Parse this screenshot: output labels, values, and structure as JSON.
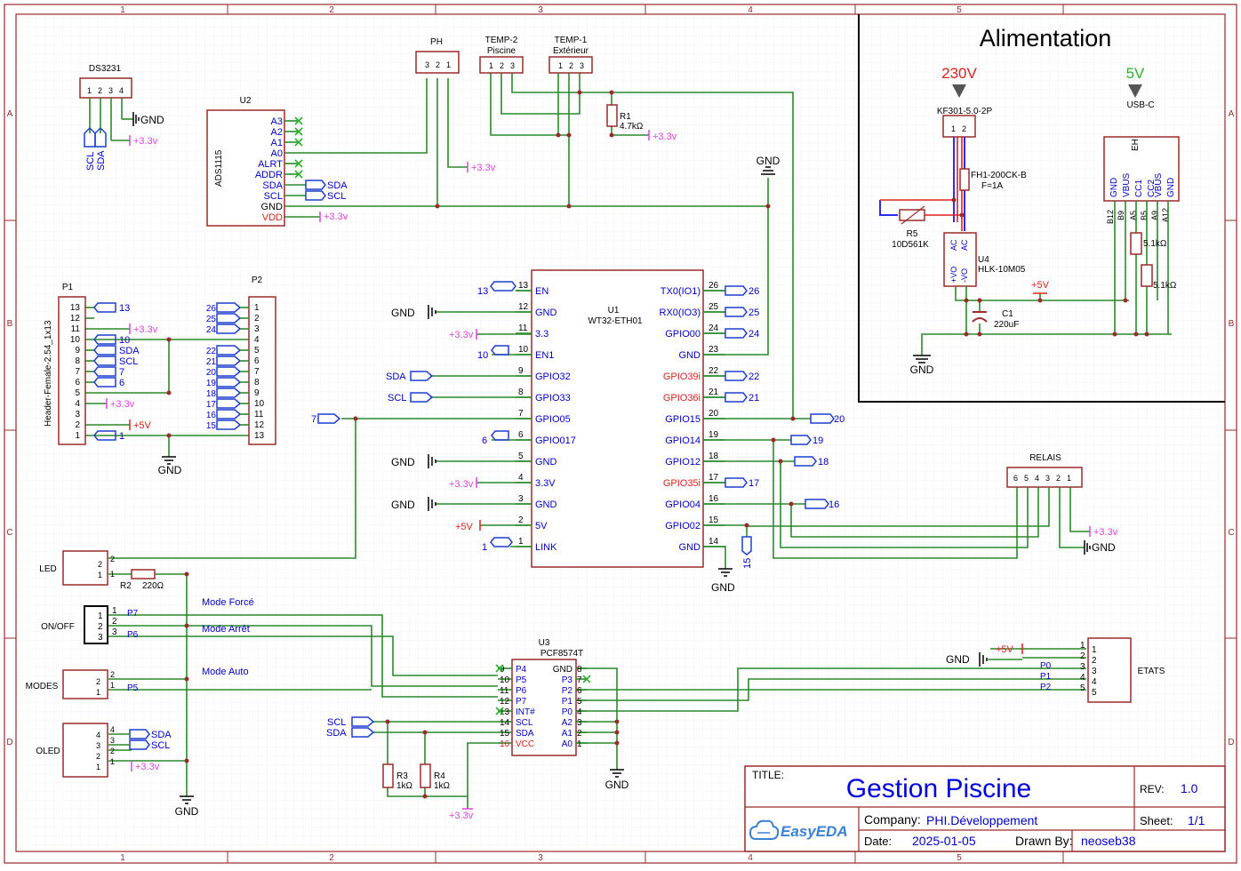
{
  "frame": {
    "cols": [
      "1",
      "2",
      "3",
      "4",
      "5"
    ],
    "rows": [
      "A",
      "B",
      "C",
      "D"
    ]
  },
  "title_block": {
    "title_label": "TITLE:",
    "title": "Gestion Piscine",
    "rev_label": "REV:",
    "rev": "1.0",
    "company_label": "Company:",
    "company": "PHI.Développement",
    "sheet_label": "Sheet:",
    "sheet": "1/1",
    "date_label": "Date:",
    "date": "2025-01-05",
    "drawn_label": "Drawn By:",
    "drawn_by": "neoseb38",
    "logo_text": "EasyEDA"
  },
  "power_section": {
    "title": "Alimentation",
    "input_230": "230V",
    "input_5v": "5V",
    "terminal": "KF301-5.0-2P",
    "usbc": "USB-C",
    "fuse": "FH1-200CK-B",
    "fuse_rating": "F=1A",
    "varistor_ref": "R5",
    "varistor_val": "10D561K",
    "module_ref": "U4",
    "module_val": "HLK-10M05",
    "cap_ref": "C1",
    "cap_val": "220uF",
    "usb_pins": [
      "GND",
      "VBUS",
      "CC1",
      "CC2",
      "VBUS",
      "GND"
    ],
    "usb_pin_ids": [
      "B12",
      "B9",
      "A5",
      "B5",
      "A9",
      "A12"
    ],
    "res_a": "5.1kΩ",
    "res_b": "5.1kΩ",
    "ac1": "AC",
    "ac2": "AC",
    "vo_pos": "+VO",
    "vo_neg": "-VO",
    "plus5": "+5V",
    "gnd": "GND",
    "eh": "EH"
  },
  "components": {
    "ds3231": "DS3231",
    "u2_ref": "U2",
    "u2_val": "ADS1115",
    "u2_pins": [
      "A3",
      "A2",
      "A1",
      "A0",
      "ALRT",
      "ADDR",
      "SDA",
      "SCL",
      "GND",
      "VDD"
    ],
    "ph": "PH",
    "temp2": "TEMP-2",
    "temp2_sub": "Piscine",
    "temp1": "TEMP-1",
    "temp1_sub": "Extérieur",
    "r1_ref": "R1",
    "r1_val": "4.7kΩ",
    "p1": "P1",
    "p1_val": "Header-Female-2.54_1x13",
    "p2": "P2",
    "u1_ref": "U1",
    "u1_val": "WT32-ETH01",
    "u1_left": [
      {
        "num": "13",
        "name": "EN"
      },
      {
        "num": "12",
        "name": "GND"
      },
      {
        "num": "11",
        "name": "3.3"
      },
      {
        "num": "10",
        "name": "EN1"
      },
      {
        "num": "9",
        "name": "GPIO32"
      },
      {
        "num": "8",
        "name": "GPIO33"
      },
      {
        "num": "7",
        "name": "GPIO05"
      },
      {
        "num": "6",
        "name": "GPIO017"
      },
      {
        "num": "5",
        "name": "GND"
      },
      {
        "num": "4",
        "name": "3.3V"
      },
      {
        "num": "3",
        "name": "GND"
      },
      {
        "num": "2",
        "name": "5V"
      },
      {
        "num": "1",
        "name": "LINK"
      }
    ],
    "u1_right": [
      {
        "num": "26",
        "name": "TX0(IO1)"
      },
      {
        "num": "25",
        "name": "RX0(IO3)"
      },
      {
        "num": "24",
        "name": "GPIO00"
      },
      {
        "num": "23",
        "name": "GND"
      },
      {
        "num": "22",
        "name": "GPIO39i"
      },
      {
        "num": "21",
        "name": "GPIO36i"
      },
      {
        "num": "20",
        "name": "GPIO15"
      },
      {
        "num": "19",
        "name": "GPIO14"
      },
      {
        "num": "18",
        "name": "GPIO12"
      },
      {
        "num": "17",
        "name": "GPIO35i"
      },
      {
        "num": "16",
        "name": "GPIO04"
      },
      {
        "num": "15",
        "name": "GPIO02"
      },
      {
        "num": "14",
        "name": "GND"
      }
    ],
    "relais": "RELAIS",
    "led": "LED",
    "r2_ref": "R2",
    "r2_val": "220Ω",
    "onoff": "ON/OFF",
    "modes": "MODES",
    "oled": "OLED",
    "mode_force": "Mode Forcé",
    "mode_arret": "Mode Arrêt",
    "mode_auto": "Mode Auto",
    "u3_ref": "U3",
    "u3_val": "PCF8574T",
    "u3_left": [
      {
        "num": "9",
        "name": "P4"
      },
      {
        "num": "10",
        "name": "P5"
      },
      {
        "num": "11",
        "name": "P6"
      },
      {
        "num": "12",
        "name": "P7"
      },
      {
        "num": "13",
        "name": "INT#"
      },
      {
        "num": "14",
        "name": "SCL"
      },
      {
        "num": "15",
        "name": "SDA"
      },
      {
        "num": "16",
        "name": "VCC"
      }
    ],
    "u3_right": [
      {
        "num": "8",
        "name": "GND"
      },
      {
        "num": "7",
        "name": "P3"
      },
      {
        "num": "6",
        "name": "P2"
      },
      {
        "num": "5",
        "name": "P1"
      },
      {
        "num": "4",
        "name": "P0"
      },
      {
        "num": "3",
        "name": "A2"
      },
      {
        "num": "2",
        "name": "A1"
      },
      {
        "num": "1",
        "name": "A0"
      }
    ],
    "r3_ref": "R3",
    "r3_val": "1kΩ",
    "r4_ref": "R4",
    "r4_val": "1kΩ",
    "etats": "ETATS"
  },
  "nets": {
    "gnd": "GND",
    "v33": "+3.3v",
    "v5": "+5V",
    "sda": "SDA",
    "scl": "SCL",
    "p0": "P0",
    "p1": "P1",
    "p2": "P2",
    "p5": "P5",
    "p6": "P6",
    "p7": "P7"
  }
}
